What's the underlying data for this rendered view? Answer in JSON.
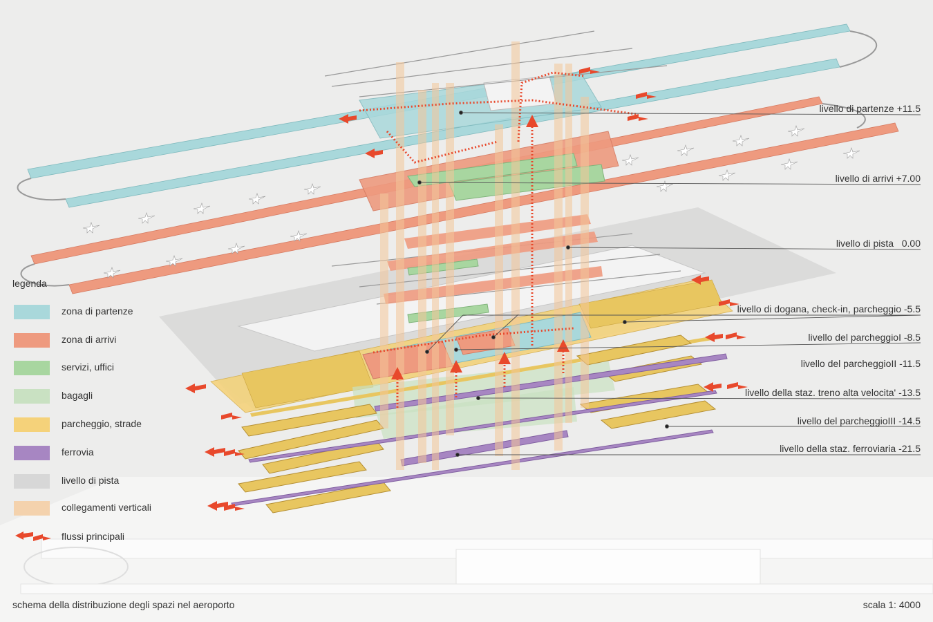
{
  "legend": {
    "title": "legenda",
    "items": [
      {
        "key": "partenze",
        "label": "zona di partenze",
        "color": "#a9d8db"
      },
      {
        "key": "arrivi",
        "label": "zona di arrivi",
        "color": "#ee9a7f"
      },
      {
        "key": "servizi",
        "label": "servizi, uffici",
        "color": "#a8d6a0"
      },
      {
        "key": "bagagli",
        "label": "bagagli",
        "color": "#c9e1c2"
      },
      {
        "key": "parcheggio",
        "label": "parcheggio, strade",
        "color": "#f5d27a"
      },
      {
        "key": "ferrovia",
        "label": "ferrovia",
        "color": "#a786c2"
      },
      {
        "key": "pista",
        "label": "livello di pista",
        "color": "#d7d7d7"
      },
      {
        "key": "collegamenti",
        "label": "collegamenti verticali",
        "color": "#f4d2ad"
      },
      {
        "key": "flussi",
        "label": "flussi principali",
        "color": "#e8492c"
      }
    ]
  },
  "levels": [
    {
      "label": "livello di partenze +11.5"
    },
    {
      "label": "livello di arrivi +7.00"
    },
    {
      "label": "livello di pista   0.00"
    },
    {
      "label": "livello di dogana, check-in, parcheggio -5.5"
    },
    {
      "label": "livello del parcheggioI -8.5"
    },
    {
      "label": "livello del parcheggioII -11.5"
    },
    {
      "label": "livello della staz. treno alta velocita' -13.5"
    },
    {
      "label": "livello del parcheggioIII -14.5"
    },
    {
      "label": "livello della staz. ferroviaria -21.5"
    }
  ],
  "footer": {
    "caption": "schema della distribuzione degli spazi nel aeroporto",
    "scale": "scala 1: 4000"
  }
}
